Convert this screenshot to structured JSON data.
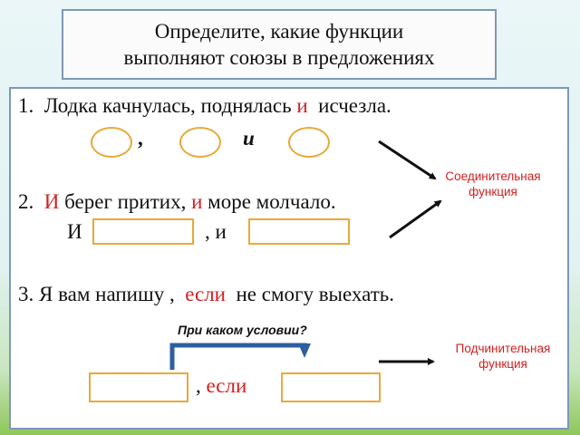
{
  "title": {
    "line1": "Определите, какие функции",
    "line2": "выполняют союзы в предложениях"
  },
  "sentence1": {
    "prefix": "1.  Лодка качнулась, поднялась ",
    "conj": "и",
    "suffix": "  исчезла.",
    "scheme_comma": ",",
    "scheme_conj": "и"
  },
  "sentence2": {
    "number": "2.  ",
    "conj1": "И",
    "middle": " берег притих, ",
    "conj2": "и",
    "suffix": " море молчало.",
    "scheme_start": "И",
    "scheme_mid": ", и"
  },
  "sentence3": {
    "prefix": "3. Я вам напишу ,  ",
    "conj": "если",
    "suffix": "  не смогу выехать.",
    "question": "При каком условии?",
    "scheme_comma": ",",
    "scheme_conj": "если"
  },
  "labels": {
    "coordinating_line1": "Соединительная",
    "coordinating_line2": "функция",
    "subordinating_line1": "Подчинительная",
    "subordinating_line2": "функция"
  },
  "colors": {
    "accent_red": "#d42020",
    "shape_orange": "#e8a93a",
    "frame_blue": "#7f98b8"
  }
}
